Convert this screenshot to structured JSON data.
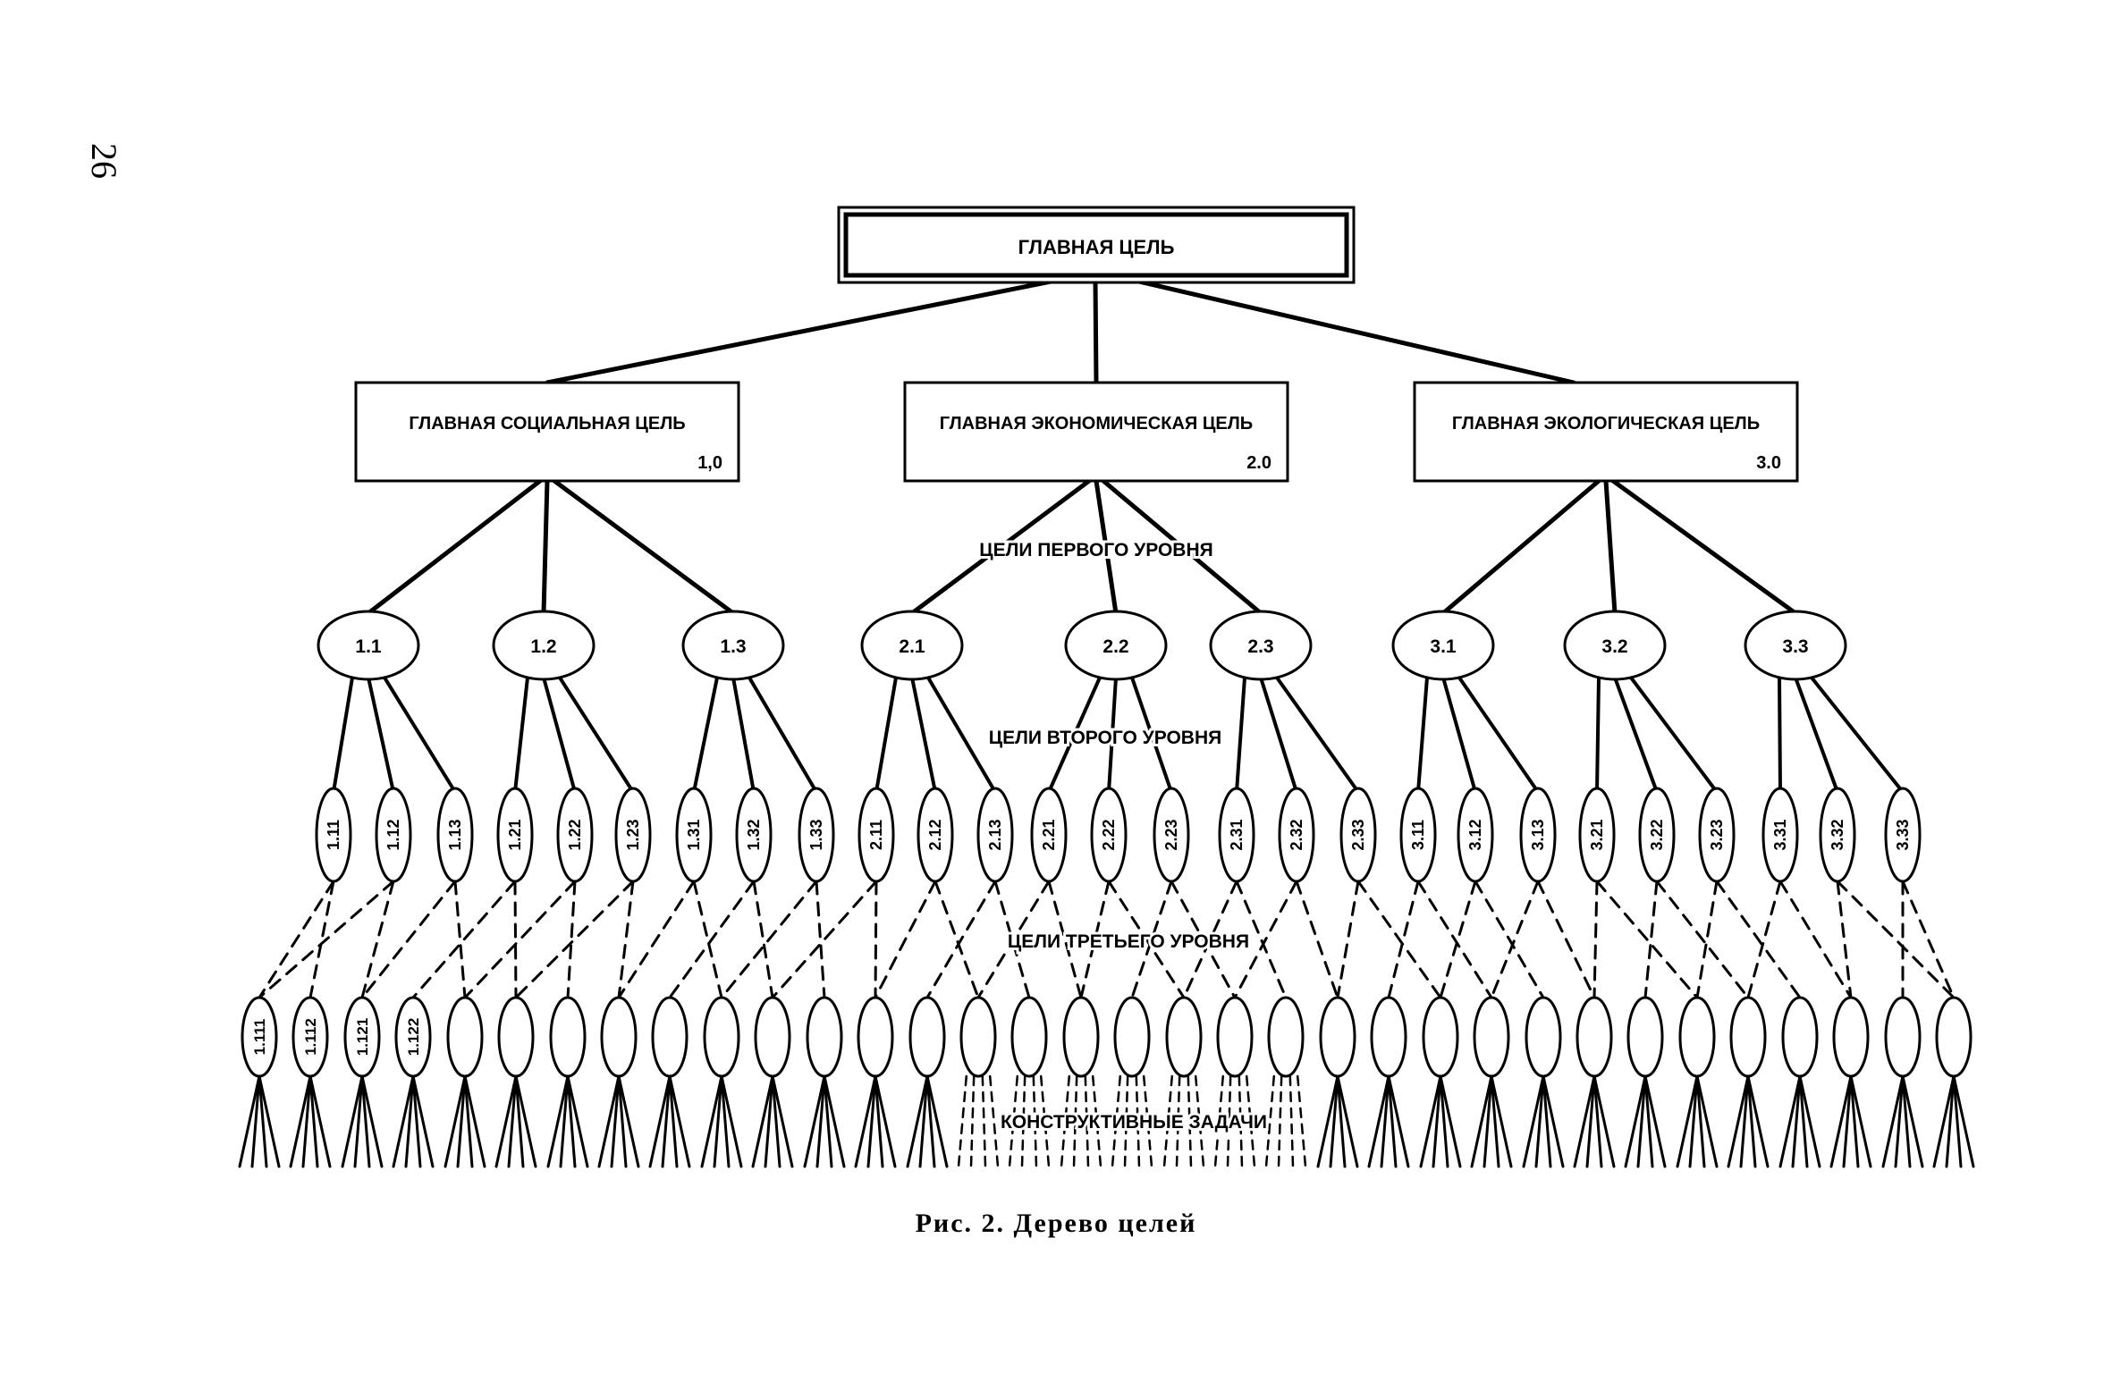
{
  "page_number": "26",
  "root": {
    "label": "ГЛАВНАЯ ЦЕЛЬ"
  },
  "main_goals": [
    {
      "label": "ГЛАВНАЯ СОЦИАЛЬНАЯ ЦЕЛЬ",
      "code": "1,0",
      "first_level": [
        {
          "label": "1.1",
          "second_level": [
            "1.11",
            "1.12",
            "1.13"
          ]
        },
        {
          "label": "1.2",
          "second_level": [
            "1.21",
            "1.22",
            "1.23"
          ]
        },
        {
          "label": "1.3",
          "second_level": [
            "1.31",
            "1.32",
            "1.33"
          ]
        }
      ]
    },
    {
      "label": "ГЛАВНАЯ ЭКОНОМИЧЕСКАЯ ЦЕЛЬ",
      "code": "2.0",
      "first_level": [
        {
          "label": "2.1",
          "second_level": [
            "2.11",
            "2.12",
            "2.13"
          ]
        },
        {
          "label": "2.2",
          "second_level": [
            "2.21",
            "2.22",
            "2.23"
          ]
        },
        {
          "label": "2.3",
          "second_level": [
            "2.31",
            "2.32",
            "2.33"
          ]
        }
      ]
    },
    {
      "label": "ГЛАВНАЯ ЭКОЛОГИЧЕСКАЯ ЦЕЛЬ",
      "code": "3.0",
      "first_level": [
        {
          "label": "3.1",
          "second_level": [
            "3.11",
            "3.12",
            "3.13"
          ]
        },
        {
          "label": "3.2",
          "second_level": [
            "3.21",
            "3.22",
            "3.23"
          ]
        },
        {
          "label": "3.3",
          "second_level": [
            "3.31",
            "3.32",
            "3.33"
          ]
        }
      ]
    }
  ],
  "third_level_labels": [
    "1.111",
    "1.112",
    "1.121",
    "1.122"
  ],
  "level_labels": {
    "first": "ЦЕЛИ ПЕРВОГО УРОВНЯ",
    "second": "ЦЕЛИ ВТОРОГО УРОВНЯ",
    "third": "ЦЕЛИ ТРЕТЬЕГО УРОВНЯ",
    "tasks": "КОНСТРУКТИВНЫЕ ЗАДАЧИ"
  },
  "caption": "Рис. 2. Дерево целей"
}
